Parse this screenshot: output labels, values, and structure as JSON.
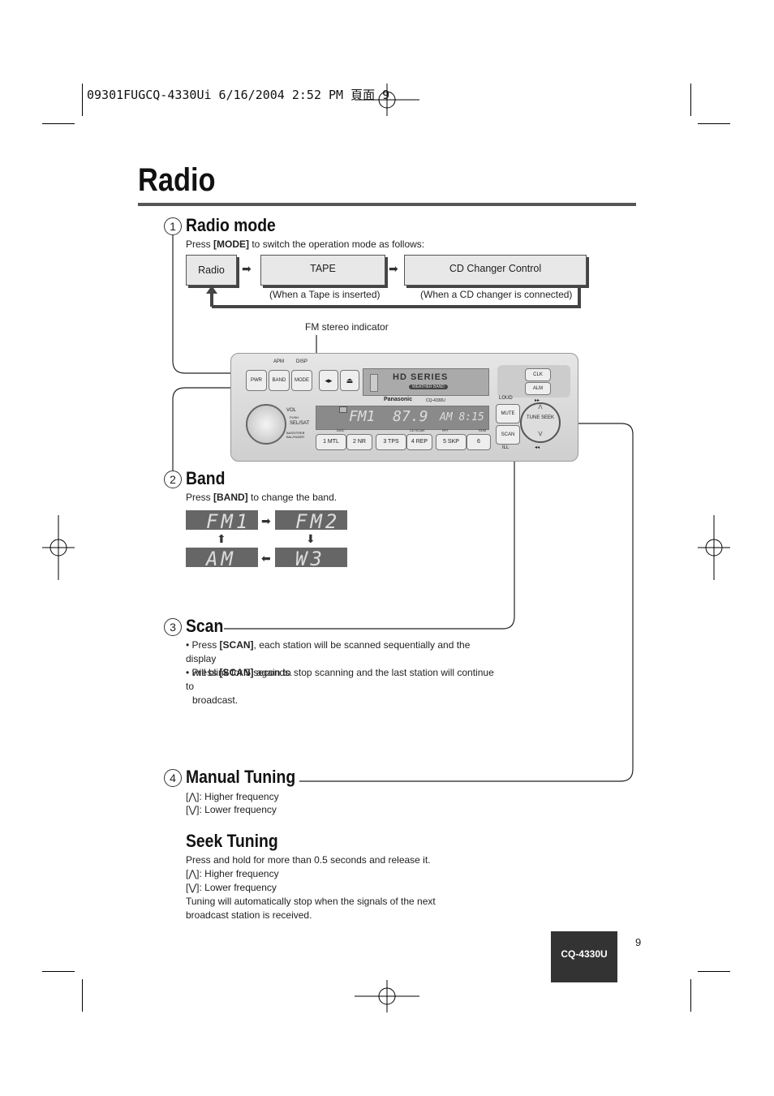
{
  "print_header": "09301FUGCQ-4330Ui 6/16/2004 2:52 PM 頁面 9",
  "title": "Radio",
  "sections": {
    "radio_mode": {
      "num": "1",
      "heading": "Radio mode",
      "intro_pre": "Press ",
      "intro_key": "[MODE]",
      "intro_post": " to switch the operation mode as follows:",
      "flow": [
        "Radio",
        "TAPE",
        "CD Changer Control"
      ],
      "notes": [
        "(When a Tape is inserted)",
        "(When a CD changer is connected)"
      ],
      "fm_indicator": "FM stereo indicator"
    },
    "band": {
      "num": "2",
      "heading": "Band",
      "intro_pre": "Press ",
      "intro_key": "[BAND]",
      "intro_post": " to change the band.",
      "displays": [
        "FM1",
        "FM2",
        "W3",
        "AM"
      ]
    },
    "scan": {
      "num": "3",
      "heading": "Scan",
      "bullets": [
        {
          "pre": "• Press ",
          "key": "[SCAN]",
          "post": ", each station will be scanned sequentially and the display",
          "cont": "will blink for 5 seconds."
        },
        {
          "pre": "• Press ",
          "key": "[SCAN]",
          "post": " again to stop scanning and the last station will continue to",
          "cont": "broadcast."
        }
      ]
    },
    "manual_tuning": {
      "num": "4",
      "heading": "Manual Tuning",
      "lines": [
        "[⋀]: Higher frequency",
        "[⋁]: Lower frequency"
      ]
    },
    "seek_tuning": {
      "heading": "Seek Tuning",
      "lines": [
        "Press and hold for more than 0.5 seconds and release it.",
        "[⋀]: Higher frequency",
        "[⋁]: Lower frequency",
        "Tuning will automatically stop when the signals of the next",
        "broadcast station is received."
      ]
    }
  },
  "device": {
    "brand": "Panasonic",
    "model_small": "CQ-4330U",
    "series": "HD SERIES",
    "weather": "WEATHER BAND",
    "display": "FM1  87.9",
    "clock": "AM 8:15",
    "buttons": {
      "apm": "APM",
      "disp": "DISP",
      "pwr": "PWR",
      "band": "BAND",
      "mode": "MODE",
      "clk": "CLK",
      "alm": "ALM",
      "loud": "LOUD",
      "mute": "MUTE",
      "scan": "SCAN",
      "ill": "ILL",
      "tune_seek": "TUNE SEEK",
      "vol": "VOL",
      "push": "PUSH",
      "sel_sat": "SEL/SAT",
      "bass_treb": "BASS/TREB BAL/FADER"
    },
    "presets": [
      "1 MTL",
      "2 NR",
      "3 TPS",
      "4 REP",
      "5 SKP",
      "6"
    ],
    "preset_labels": [
      "DISC",
      "CD SCAN",
      "RPT",
      "RDM"
    ]
  },
  "page_number": "9",
  "footer_model": "CQ-4330U"
}
